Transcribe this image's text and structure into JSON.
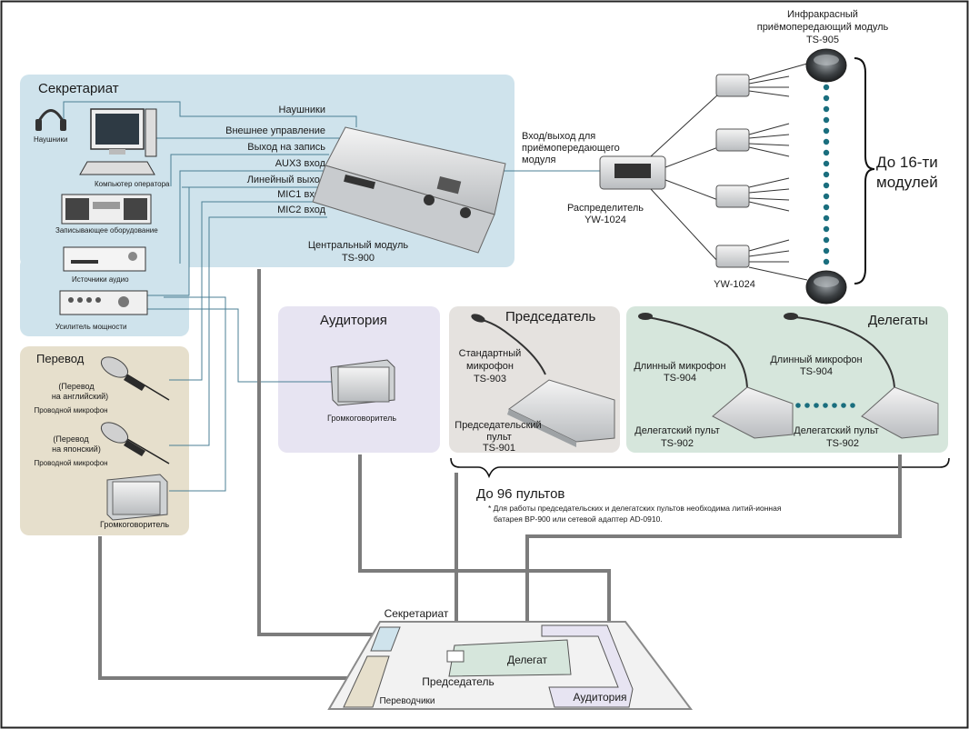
{
  "zones": {
    "secretariat": "Секретариат",
    "translation": "Перевод",
    "auditorium": "Аудитория",
    "chairman": "Председатель",
    "delegates": "Делегаты"
  },
  "devices": {
    "headphones": "Наушники",
    "computer": "Компьютер оператора",
    "recorder": "Записывающее оборудование",
    "audio_source": "Источники аудио",
    "amplifier": "Усилитель мощности"
  },
  "connections": [
    "Наушники",
    "Внешнее управление",
    "Выход на запись",
    "AUX3 вход",
    "Линейный выход",
    "MIC1 вход",
    "MIC2 вход"
  ],
  "central_module": {
    "name": "Центральный модуль",
    "model": "TS-900"
  },
  "transceiver_io": [
    "Вход/выход для",
    "приёмопередающего",
    "модуля"
  ],
  "distributor": {
    "name": "Распределитель",
    "model": "YW-1024"
  },
  "distributor2_model": "YW-1024",
  "ir_module": {
    "line1": "Инфракрасный",
    "line2": "приёмопередающий модуль",
    "model": "TS-905"
  },
  "modules_count": {
    "line1": "До 16-ти",
    "line2": "модулей"
  },
  "translation": {
    "mic1": [
      "(Перевод",
      "на английский)",
      "Проводной микрофон"
    ],
    "mic2": [
      "(Перевод",
      "на японский)",
      "Проводной микрофон"
    ],
    "speaker": "Громкоговоритель"
  },
  "auditorium_speaker": "Громкоговоритель",
  "chairman": {
    "mic": [
      "Стандартный",
      "микрофон",
      "TS-903"
    ],
    "console": [
      "Председательский",
      "пульт",
      "TS-901"
    ]
  },
  "delegates": {
    "mic1": [
      "Длинный микрофон",
      "TS-904"
    ],
    "mic2": [
      "Длинный микрофон",
      "TS-904"
    ],
    "console1": [
      "Делегатский пульт",
      "TS-902"
    ],
    "console2": [
      "Делегатский пульт",
      "TS-902"
    ]
  },
  "consoles_count": "До 96 пультов",
  "footnote": [
    "* Для работы председательских и делегатских пультов необходима литий-ионная",
    "батарея BP-900 или сетевой адаптер AD-0910."
  ],
  "floor": {
    "secretariat": "Секретариат",
    "delegate": "Делегат",
    "chairman": "Председатель",
    "translators": "Переводчики",
    "auditorium": "Аудитория"
  },
  "colors": {
    "secretariat_bg": "#cfe3ec",
    "translation_bg": "#e6dfcc",
    "auditorium_bg": "#e7e4f2",
    "chairman_bg": "#e5e2df",
    "delegates_bg": "#d6e6dc",
    "cable": "#7c7c7c",
    "dots": "#1a6e7e"
  }
}
